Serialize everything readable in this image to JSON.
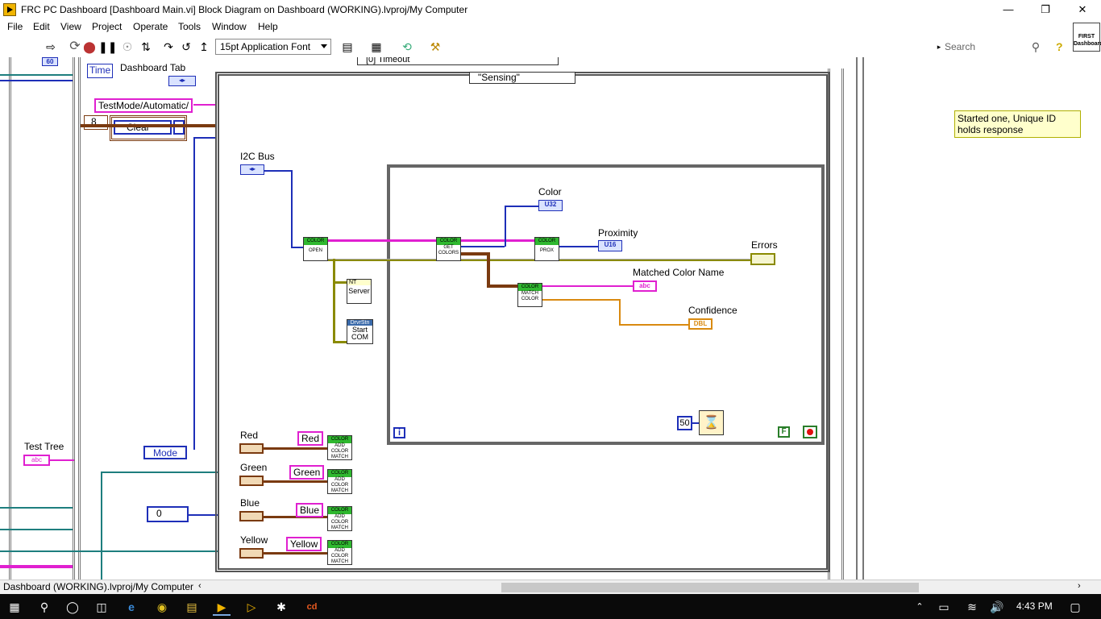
{
  "window": {
    "title": "FRC PC Dashboard [Dashboard Main.vi] Block Diagram on Dashboard (WORKING).lvproj/My Computer",
    "minimize": "—",
    "restore": "❐",
    "close": "✕"
  },
  "menu": [
    "File",
    "Edit",
    "View",
    "Project",
    "Operate",
    "Tools",
    "Window",
    "Help"
  ],
  "toolbar": {
    "font": "15pt Application Font",
    "search_placeholder": "Search",
    "logo_text": "FIRST Dashboard"
  },
  "diagram": {
    "timeout_selector": "[0] Timeout",
    "sensing_selector": "\"Sensing\"",
    "time_label": "Time",
    "num_60": "60",
    "dashboard_tab": "Dashboard Tab",
    "testmode": "TestMode/Automatic/",
    "eight": "8",
    "clear": "Clear",
    "i2c_bus": "I2C Bus",
    "color_label": "Color",
    "color_type": "U32",
    "proximity_label": "Proximity",
    "proximity_type": "U16",
    "errors_label": "Errors",
    "matched_label": "Matched Color Name",
    "abc": "abc",
    "confidence_label": "Confidence",
    "confidence_type": "DBL",
    "vi_open_hdr": "COLOR",
    "vi_open": "OPEN",
    "vi_get_hdr": "GET",
    "vi_get": "COLORS",
    "vi_prox_hdr": "COLOR",
    "vi_prox": "PROX",
    "vi_match_hdr": "MATCH",
    "vi_match": "COLOR",
    "nt": "NT",
    "server": "Server",
    "drvrstn": "DrvrStn",
    "start_com": "Start COM",
    "fifty": "50",
    "loop_i": "i",
    "stop_f": "F",
    "test_tree": "Test Tree",
    "mode": "Mode",
    "zero": "0",
    "red": "Red",
    "green": "Green",
    "blue": "Blue",
    "yellow": "Yellow",
    "add_color_match": "ADD COLOR MATCH",
    "note": "Started one, Unique ID holds response"
  },
  "status": {
    "project": "Dashboard (WORKING).lvproj/My Computer"
  },
  "taskbar": {
    "time": "4:43 PM"
  }
}
